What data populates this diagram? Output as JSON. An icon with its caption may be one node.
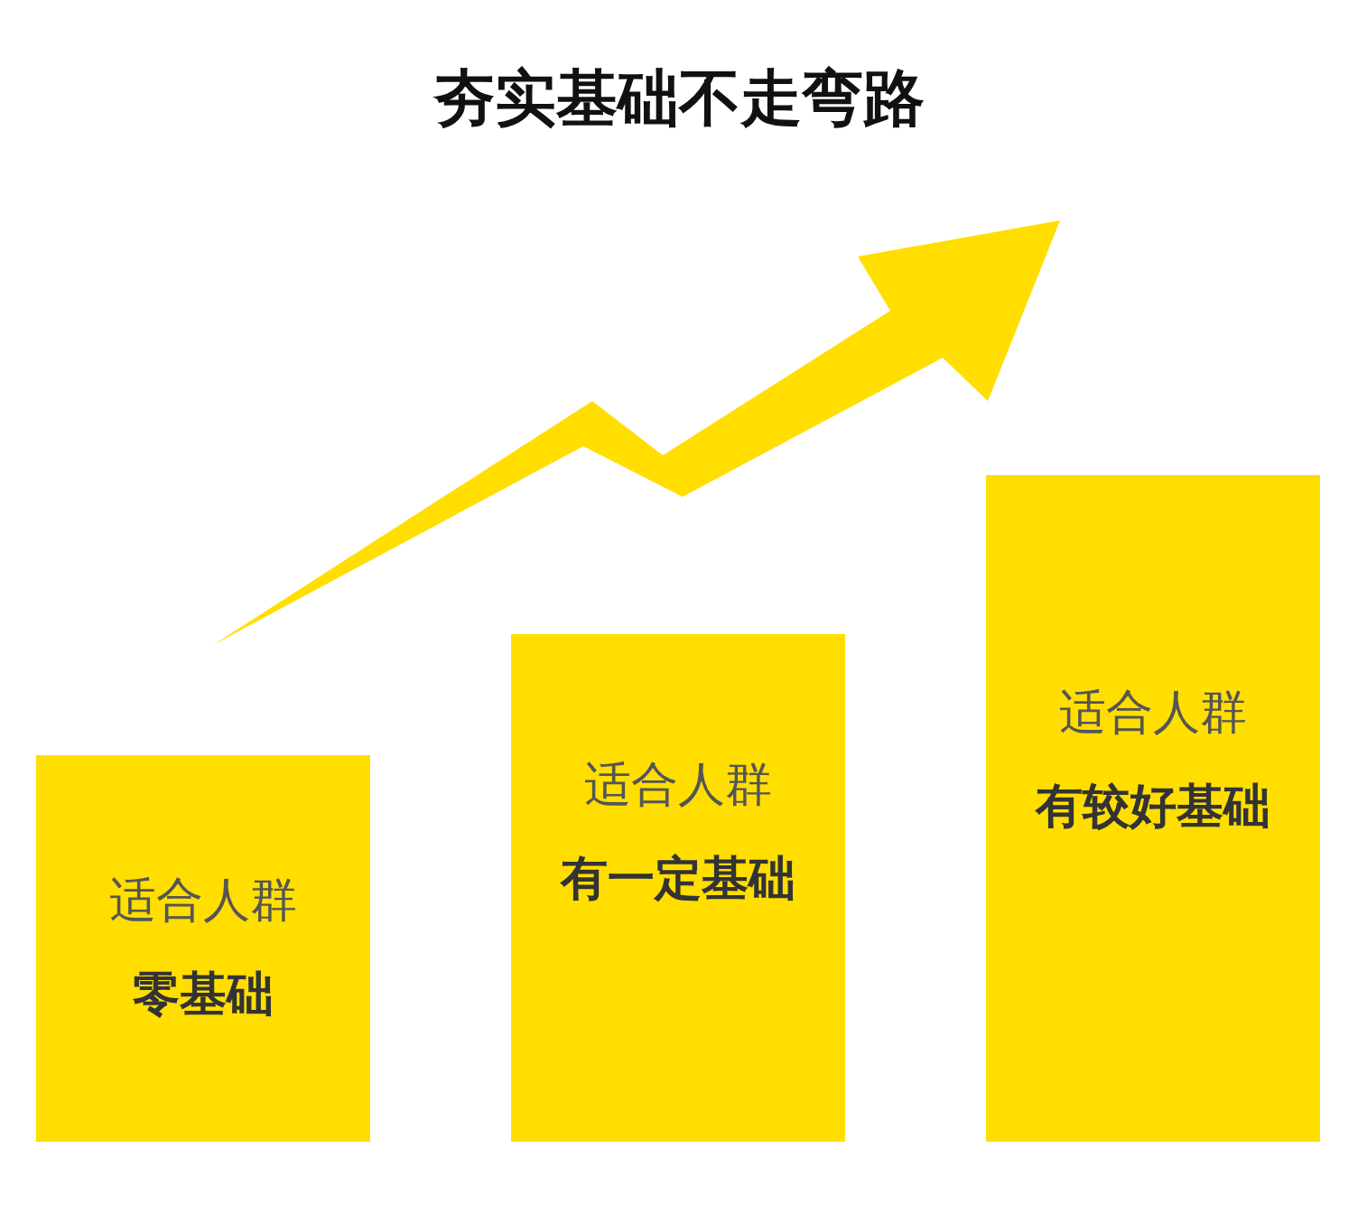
{
  "diagram": {
    "title": "夯实基础不走弯路",
    "nodes": [
      {
        "text": [
          "适合人群",
          "零基础"
        ]
      },
      {
        "text": [
          "适合人群",
          "有一定基础"
        ]
      },
      {
        "text": [
          "适合人群",
          "有较好基础"
        ]
      }
    ]
  }
}
